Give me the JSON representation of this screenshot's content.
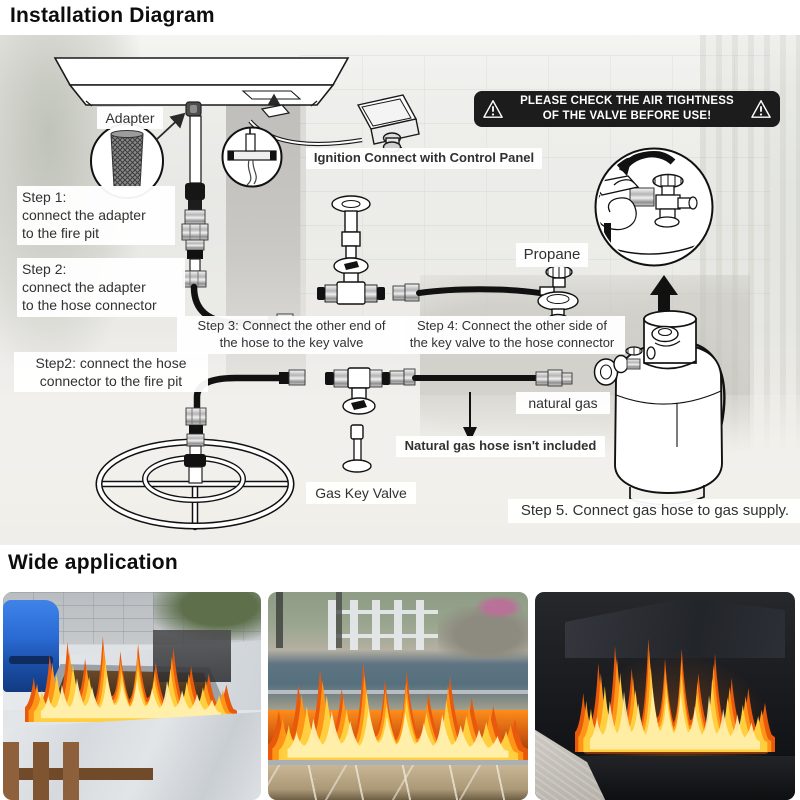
{
  "page": {
    "title": "Installation Diagram",
    "wide_title": "Wide application"
  },
  "warning_banner": {
    "line1": "PLEASE CHECK THE AIR TIGHTNESS",
    "line2": "OF THE VALVE BEFORE USE!"
  },
  "diagram": {
    "adapter_label": "Adapter",
    "ignition_label": "Ignition Connect with Control Panel",
    "propane_label": "Propane",
    "natural_gas_label": "natural gas",
    "natural_gas_note": "Natural gas hose isn't included",
    "gas_key_valve_label": "Gas Key Valve",
    "steps": {
      "step1_title": "Step 1:",
      "step1_line1": "connect the adapter",
      "step1_line2": "to the fire pit",
      "step2_title": "Step 2:",
      "step2_line1": "connect the adapter",
      "step2_line2": "to the hose connector",
      "step2b_line1": "Step2: connect the hose",
      "step2b_line2": "connector to the fire pit",
      "step3_line1": "Step 3: Connect the other end of",
      "step3_line2": "the hose to the key valve",
      "step4_line1": "Step 4: Connect the other side of",
      "step4_line2": "the key valve to the hose connector",
      "step5": "Step 5. Connect gas hose to gas supply."
    }
  },
  "colors": {
    "banner_bg": "#1c1c1c",
    "line_art": "#1a1a1a",
    "flame_deep": "#e8590c",
    "flame_orange": "#ff9517",
    "flame_yellow": "#ffcf40",
    "flame_core": "#fff0ae",
    "grill_blue": "#2a6bd4"
  }
}
